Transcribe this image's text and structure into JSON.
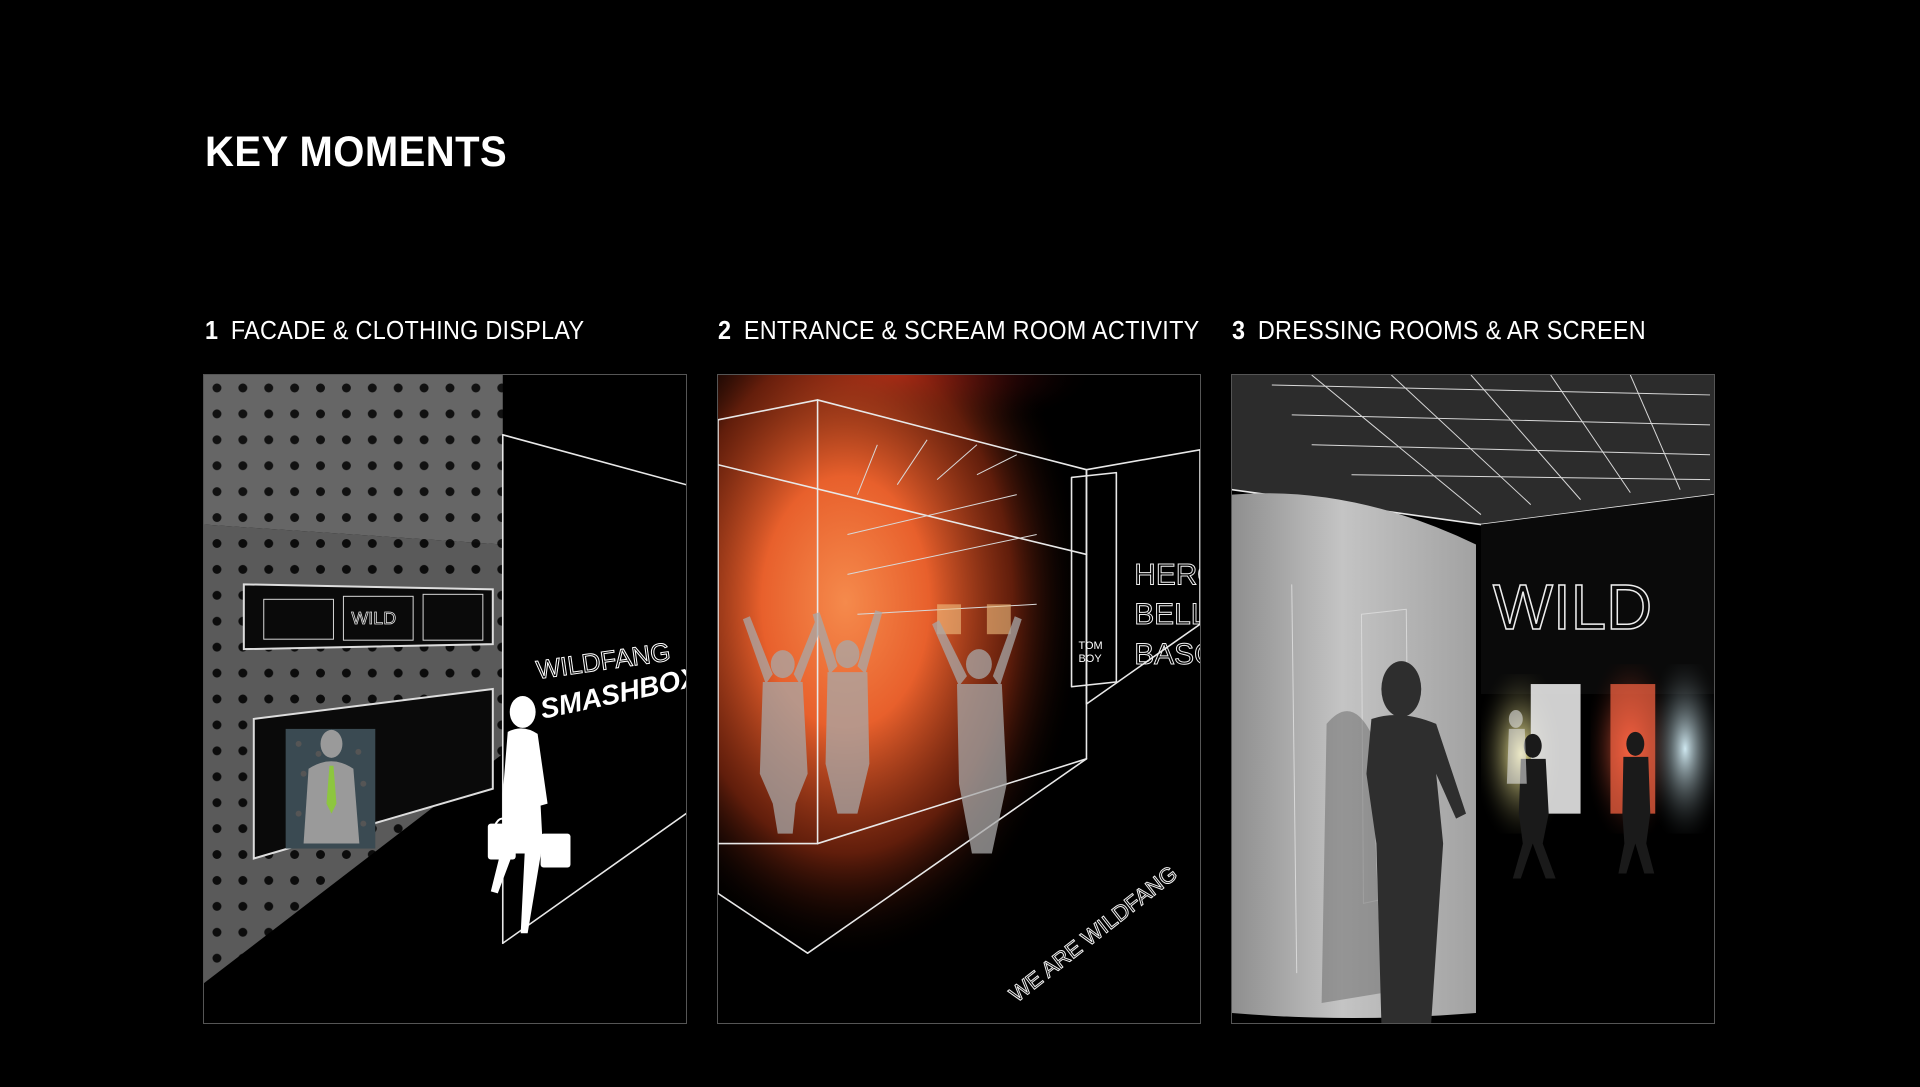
{
  "page": {
    "title": "KEY MOMENTS"
  },
  "moments": [
    {
      "number": "1",
      "label": "FACADE & CLOTHING DISPLAY",
      "signage": [
        "WILD",
        "WILDFANG",
        "SMASHBOX"
      ]
    },
    {
      "number": "2",
      "label": "ENTRANCE & SCREAM ROOM ACTIVITY",
      "signage": [
        "HERO",
        "BELL",
        "BASC",
        "TOM",
        "BOY",
        "WE ARE WILDFANG"
      ]
    },
    {
      "number": "3",
      "label": "DRESSING ROOMS & AR SCREEN",
      "signage": [
        "WILD"
      ]
    }
  ],
  "colors": {
    "background": "#000000",
    "perforated_panel": "#6a6a6a",
    "scream_glow": "#e8602c",
    "accent_green": "#8dc63f",
    "curved_wall": "#b5b5b5"
  }
}
